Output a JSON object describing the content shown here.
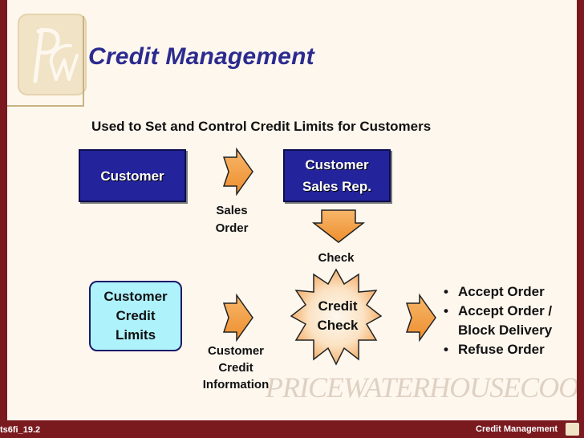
{
  "slide": {
    "title": "Credit Management",
    "subtitle": "Used to Set and Control Credit Limits for Customers"
  },
  "boxes": {
    "customer": "Customer",
    "rep_line1": "Customer",
    "rep_line2": "Sales Rep.",
    "limits_line1": "Customer",
    "limits_line2": "Credit",
    "limits_line3": "Limits"
  },
  "labels": {
    "sales_line1": "Sales",
    "sales_line2": "Order",
    "check": "Check",
    "info_line1": "Customer",
    "info_line2": "Credit",
    "info_line3": "Information"
  },
  "credit_check": {
    "line1": "Credit",
    "line2": "Check"
  },
  "outcomes": [
    "Accept Order",
    "Accept Order /",
    "Block Delivery",
    "Refuse Order"
  ],
  "bullet_glyph": "•",
  "watermark": "PRICEWATERHOUSECOOPERS",
  "footer": {
    "left": "ts6fi_19.2",
    "right": "Credit Management"
  },
  "colors": {
    "frame": "#7a1a1f",
    "slide_bg": "#fdf7ee",
    "title": "#2b2b8f",
    "navy_box": "#23239b",
    "cyan_box": "#aef2fc",
    "arrow": "#f4a04a"
  },
  "icons": {
    "logo": "pwc-logo-icon",
    "arrow": "orange-block-arrow-icon",
    "burst": "starburst-icon"
  }
}
